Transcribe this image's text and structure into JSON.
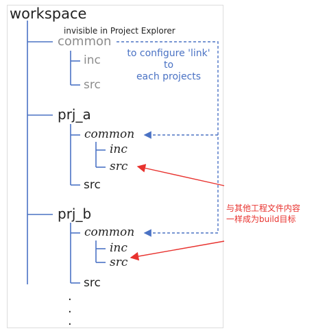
{
  "root": "workspace",
  "note_invisible": "invisible in Project Explorer",
  "shared": {
    "name": "common",
    "children": [
      "inc",
      "src"
    ]
  },
  "projects": [
    {
      "name": "prj_a",
      "linked": "common",
      "linked_children": [
        "inc",
        "src"
      ],
      "own": "src"
    },
    {
      "name": "prj_b",
      "linked": "common",
      "linked_children": [
        "inc",
        "src"
      ],
      "own": "src"
    }
  ],
  "link_note": [
    "to configure 'link' to",
    "each projects"
  ],
  "build_note": [
    "与其他工程文件内容",
    "一样成为build目标"
  ],
  "continuation": [
    ".",
    ".",
    "."
  ],
  "colors": {
    "tree": "#4a72c4",
    "link": "#4a72c4",
    "arrow": "#e8322e",
    "muted": "#8c8c8c"
  }
}
